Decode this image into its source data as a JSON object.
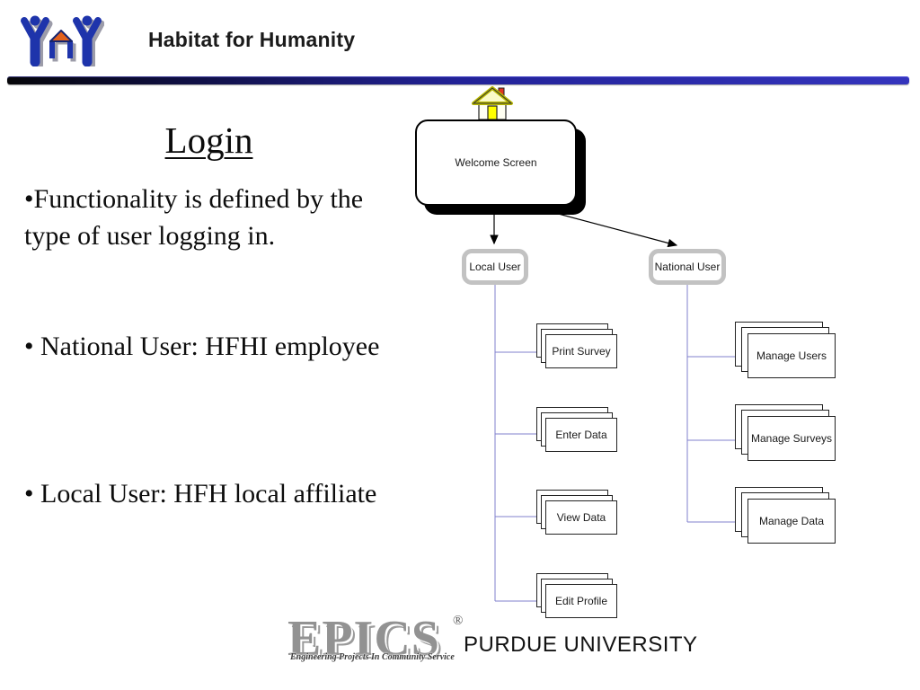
{
  "header": {
    "title": "Habitat for Humanity"
  },
  "content": {
    "title": "Login",
    "bullets": [
      "•Functionality is defined by the type of user logging in.",
      "• National User: HFHI employee",
      "• Local User: HFH local affiliate"
    ]
  },
  "diagram": {
    "root_label": "Welcome Screen",
    "branches": [
      {
        "label": "Local User",
        "children": [
          "Print Survey",
          "Enter Data",
          "View Data",
          "Edit Profile"
        ]
      },
      {
        "label": "National User",
        "children": [
          "Manage Users",
          "Manage Surveys",
          "Manage Data"
        ]
      }
    ]
  },
  "footer": {
    "epics_wordmark": "EPICS",
    "registered_mark": "®",
    "epics_tagline": "Engineering Projects In Community Service",
    "university": "PURDUE UNIVERSITY"
  },
  "colors": {
    "divider_blue": "#3434bd",
    "connector_blue": "#8282cd",
    "logo_blue": "#1e34ab",
    "logo_orange": "#e2611c",
    "node_border_gray": "#c2c2c2",
    "shadow_black": "#000000"
  }
}
